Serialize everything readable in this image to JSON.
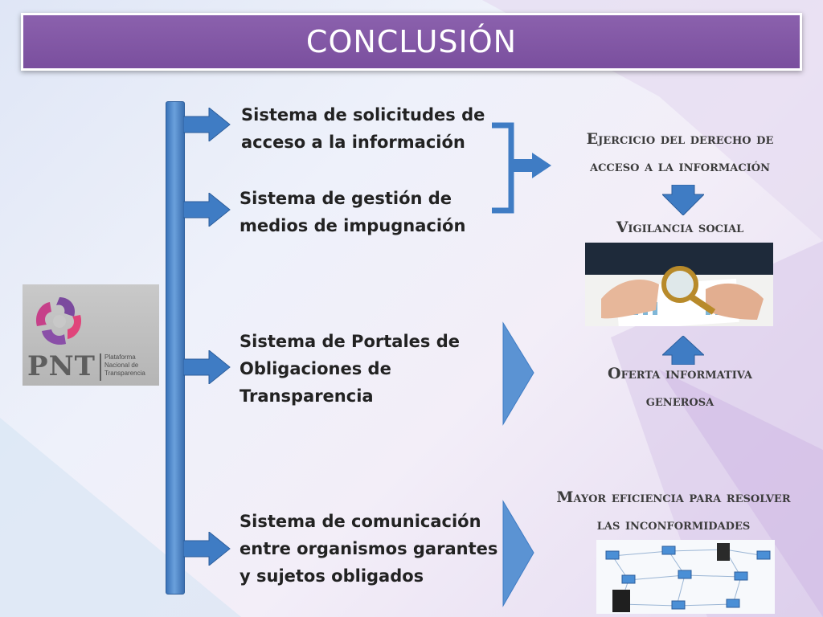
{
  "title": "CONCLUSIÓN",
  "logo": {
    "mark": "PNT",
    "subtitle_lines": [
      "Plataforma",
      "Nacional de",
      "Transparencia"
    ]
  },
  "systems": [
    {
      "lines": [
        "Sistema de solicitudes de",
        "acceso a la información"
      ]
    },
    {
      "lines": [
        "Sistema de gestión de",
        "medios de impugnación"
      ]
    },
    {
      "lines": [
        "Sistema de Portales de",
        "Obligaciones de",
        "Transparencia"
      ]
    },
    {
      "lines": [
        "Sistema de comunicación",
        "entre organismos garantes",
        "y sujetos obligados"
      ]
    }
  ],
  "outcomes": {
    "ejercicio": [
      "Ejercicio del derecho de",
      "acceso a la información"
    ],
    "vigilancia": "Vigilancia social",
    "oferta": [
      "Oferta informativa",
      "generosa"
    ],
    "eficiencia": [
      "Mayor eficiencia para resolver",
      "las inconformidades"
    ]
  },
  "icons": {
    "photo": "magnifying-glass-documents-icon",
    "network": "computer-network-icon",
    "logo": "pnt-logo-icon"
  },
  "colors": {
    "title_bg": "#7f54a3",
    "arrow_blue": "#3f7cc4",
    "text_dark": "#222222"
  }
}
